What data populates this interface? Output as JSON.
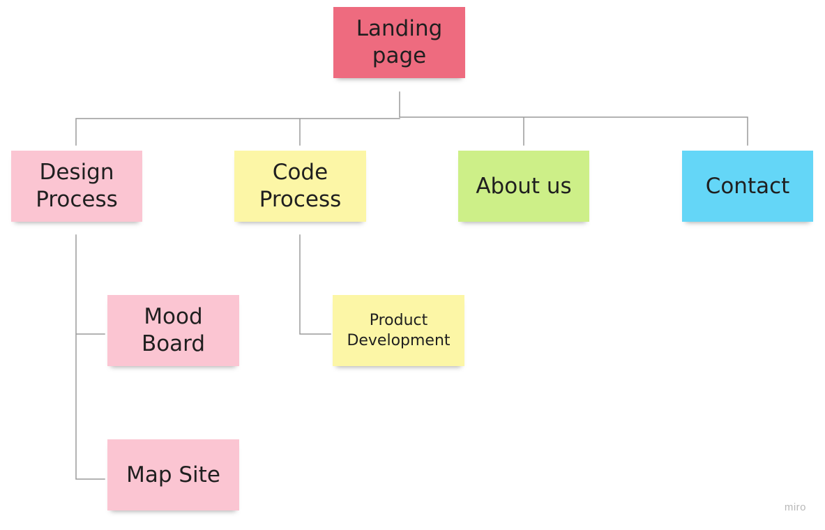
{
  "diagram": {
    "notes": [
      {
        "id": "landing",
        "text": "Landing\npage",
        "color": "#ee6b7f"
      },
      {
        "id": "design",
        "text": "Design\nProcess",
        "color": "#fbc5d2"
      },
      {
        "id": "code",
        "text": "Code\nProcess",
        "color": "#fcf6a6"
      },
      {
        "id": "about",
        "text": "About us",
        "color": "#cdef88"
      },
      {
        "id": "contact",
        "text": "Contact",
        "color": "#64d6f7"
      },
      {
        "id": "mood",
        "text": "Mood\nBoard",
        "color": "#fbc5d2"
      },
      {
        "id": "product",
        "text": "Product\nDevelopment",
        "color": "#fcf6a6"
      },
      {
        "id": "map",
        "text": "Map Site",
        "color": "#fbc5d2"
      }
    ],
    "connector_color": "#9a9a9a"
  },
  "brand": {
    "logo_text": "miro"
  }
}
